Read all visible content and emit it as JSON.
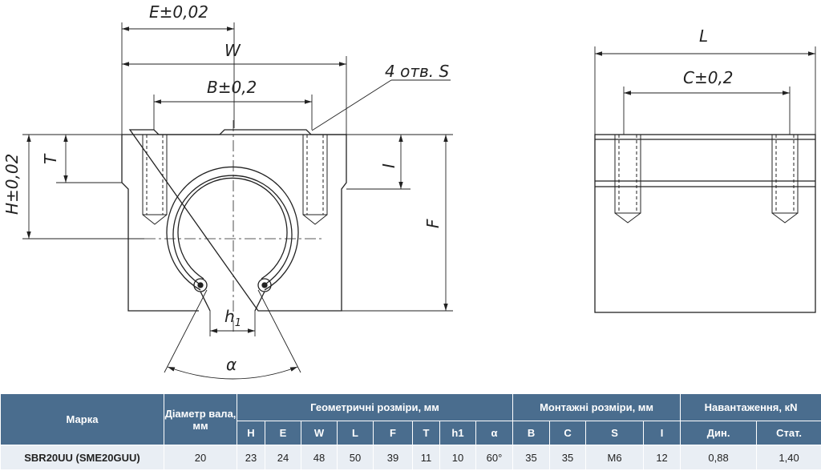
{
  "drawing": {
    "labels": {
      "e": "E±0,02",
      "w": "W",
      "b": "B±0,2",
      "holes": "4 отв. S",
      "h": "H±0,02",
      "t": "T",
      "i": "I",
      "f": "F",
      "h1": "h",
      "h1_sub": "1",
      "alpha": "α",
      "l": "L",
      "c": "C±0,2"
    }
  },
  "table": {
    "header": {
      "model": "Марка",
      "diameter": "Діаметр вала, мм",
      "geometry": "Геометричні розміри, мм",
      "mounting": "Монтажні розміри, мм",
      "load": "Навантаження, кN"
    },
    "subheaders": [
      "H",
      "E",
      "W",
      "L",
      "F",
      "T",
      "h1",
      "α",
      "B",
      "C",
      "S",
      "I",
      "Дин.",
      "Стат."
    ],
    "row": {
      "model": "SBR20UU (SME20GUU)",
      "diameter": "20",
      "values": [
        "23",
        "24",
        "48",
        "50",
        "39",
        "11",
        "10",
        "60°",
        "35",
        "35",
        "M6",
        "12",
        "0,88",
        "1,40"
      ]
    }
  }
}
